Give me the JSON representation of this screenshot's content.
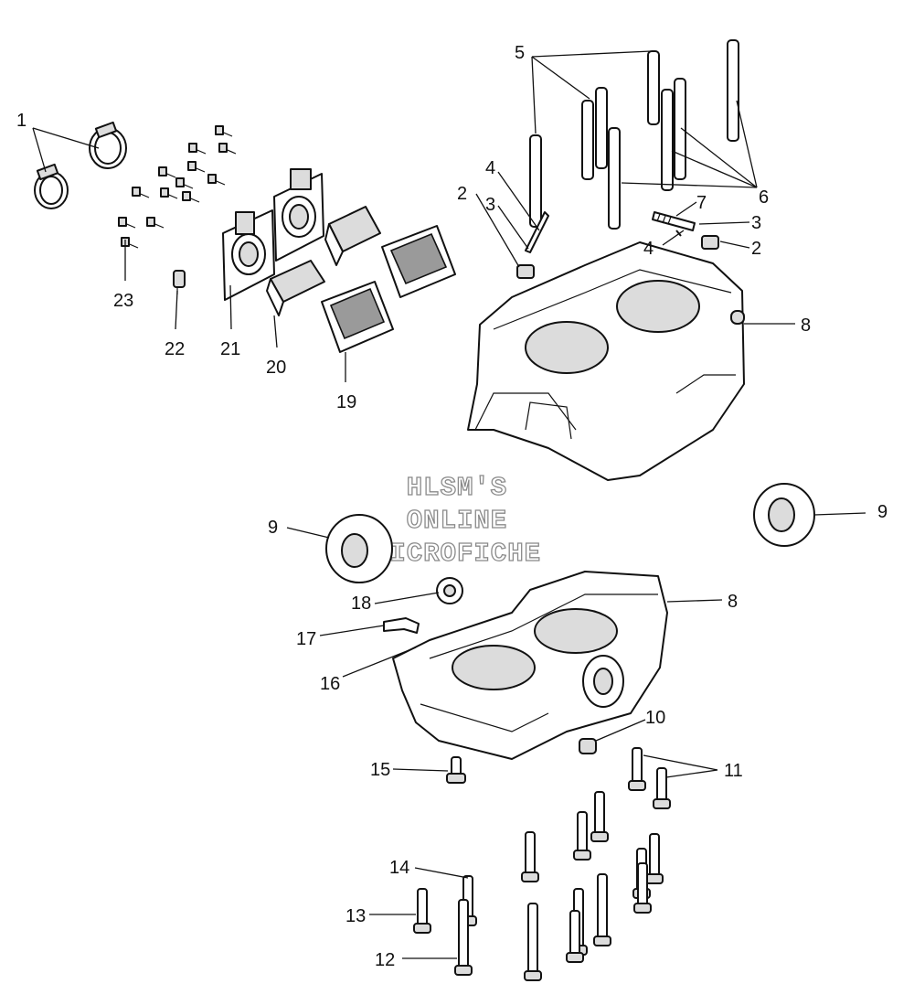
{
  "watermark": {
    "line1": "HLSM'S",
    "line2": "ONLINE",
    "line3": "MICROFICHE"
  },
  "callouts": {
    "c1": "1",
    "c2a": "2",
    "c2b": "2",
    "c3a": "3",
    "c3b": "3",
    "c4a": "4",
    "c4b": "4",
    "c5": "5",
    "c6": "6",
    "c7": "7",
    "c8a": "8",
    "c8b": "8",
    "c9a": "9",
    "c9b": "9",
    "c10": "10",
    "c11": "11",
    "c12": "12",
    "c13": "13",
    "c14": "14",
    "c15": "15",
    "c16": "16",
    "c17": "17",
    "c18": "18",
    "c19": "19",
    "c20": "20",
    "c21": "21",
    "c22": "22",
    "c23": "23"
  }
}
